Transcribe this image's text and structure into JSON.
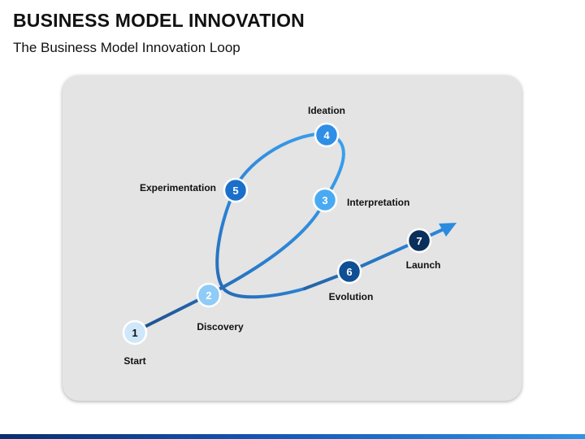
{
  "header": {
    "title": "BUSINESS MODEL INNOVATION",
    "subtitle": "The Business Model Innovation Loop"
  },
  "colors": {
    "panel": "#e4e4e4",
    "path_dark": "#1f4f8c",
    "path_light": "#3aa0ee",
    "arrow": "#2a8be0"
  },
  "steps": [
    {
      "num": "1",
      "label": "Start",
      "fill": "#cfe7fb",
      "text_color": "#111111"
    },
    {
      "num": "2",
      "label": "Discovery",
      "fill": "#8fcbf7",
      "text_color": "#ffffff"
    },
    {
      "num": "3",
      "label": "Interpretation",
      "fill": "#49aaf2",
      "text_color": "#ffffff"
    },
    {
      "num": "4",
      "label": "Ideation",
      "fill": "#2f8ee6",
      "text_color": "#ffffff"
    },
    {
      "num": "5",
      "label": "Experimentation",
      "fill": "#1a6fcb",
      "text_color": "#ffffff"
    },
    {
      "num": "6",
      "label": "Evolution",
      "fill": "#0f4f94",
      "text_color": "#ffffff"
    },
    {
      "num": "7",
      "label": "Launch",
      "fill": "#0b2f5c",
      "text_color": "#ffffff"
    }
  ]
}
